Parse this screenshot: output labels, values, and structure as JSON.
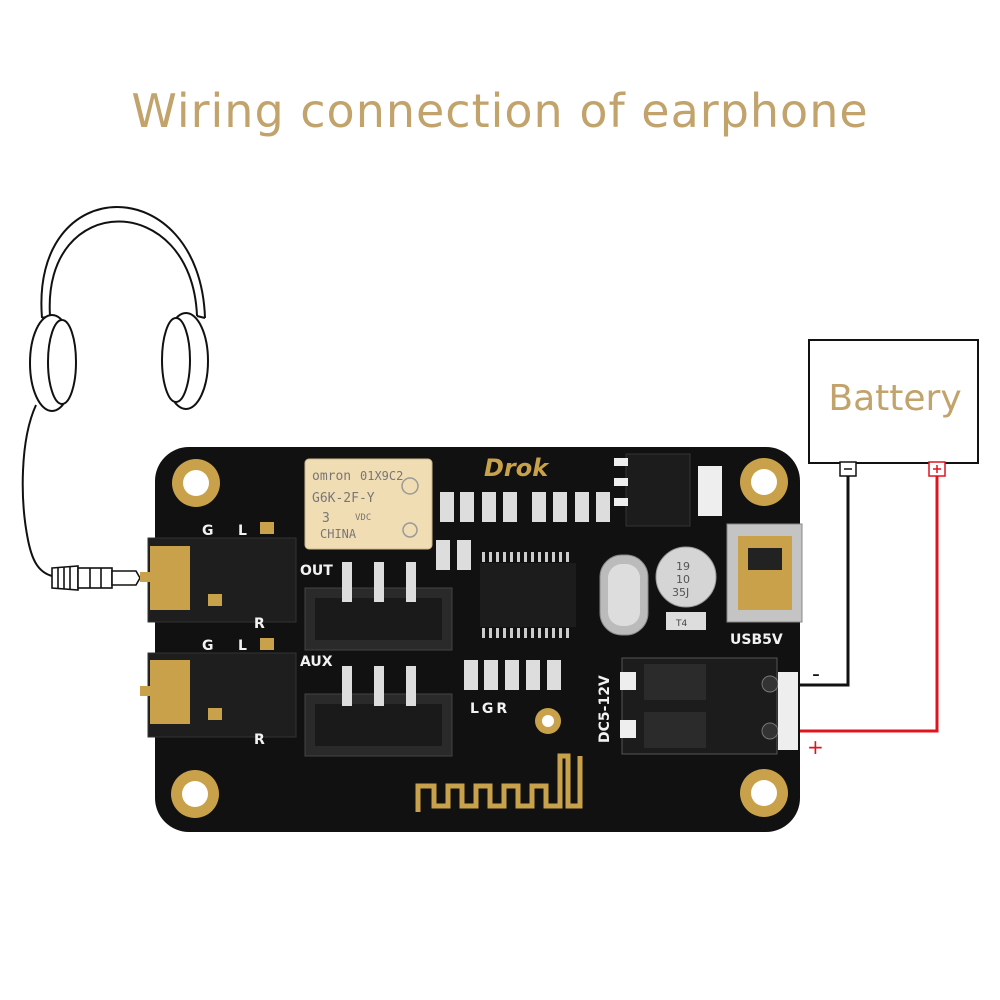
{
  "title": "Wiring connection of earphone",
  "battery": {
    "label": "Battery",
    "neg_terminal": "−",
    "pos_terminal": "+"
  },
  "wire_labels": {
    "minus": "-",
    "plus": "+"
  },
  "board": {
    "brand": "Drok",
    "relay": {
      "line1": "omron",
      "line1b": "01X9C2",
      "line2": "G6K-2F-Y",
      "line3": "3",
      "line3b": "VDC",
      "line4": "CHINA"
    },
    "capacitor": {
      "line1": "19",
      "line2": "10",
      "line3": "35J"
    },
    "labels": {
      "top_g": "G",
      "top_l": "L",
      "top_r": "R",
      "bot_g": "G",
      "bot_l": "L",
      "bot_r": "R",
      "out": "OUT",
      "aux": "AUX",
      "lgr": "LGR",
      "usb5v": "USB5V",
      "dc": "DC5-12V",
      "t4": "T4"
    }
  },
  "colors": {
    "accent_gold": "#C2A36B",
    "pcb": "#111111",
    "pad_gold": "#C9A14A",
    "wire_red": "#E0141E",
    "wire_black": "#111111",
    "relay_body": "#F1DDB4"
  },
  "icons": [
    "headphones-icon",
    "audio-plug-icon",
    "battery-box",
    "bluetooth-pcb-board"
  ]
}
